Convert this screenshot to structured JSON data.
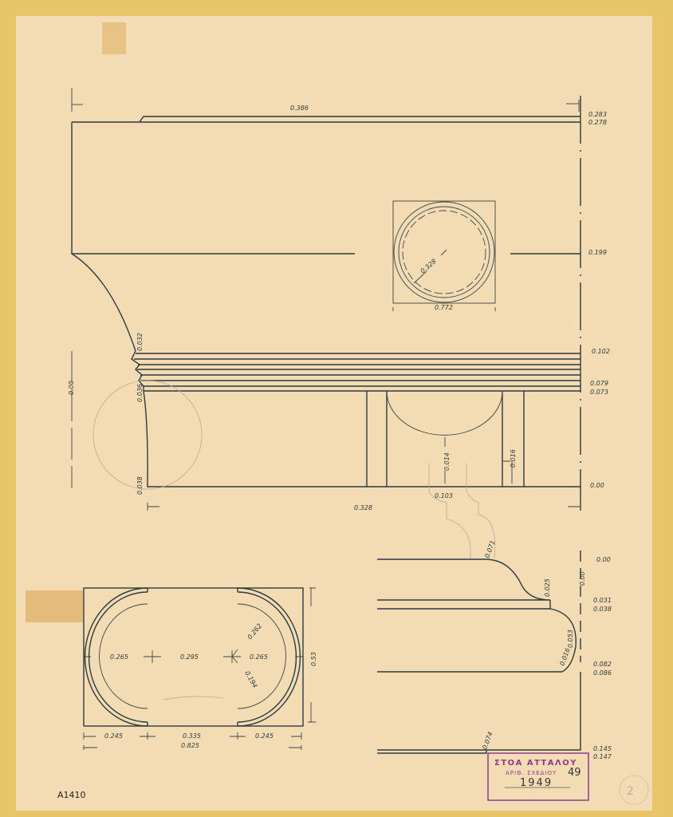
{
  "drawing": {
    "sheet_number": "A1410",
    "corner_mark": "2",
    "stamp": {
      "title": "ΣΤΟΑ ΑΤΤΑΛΟΥ",
      "drawing_no_label": "ΑΡΙΘ. ΣΧΕΔΙΟΥ",
      "drawing_no": "49",
      "year": "1949",
      "color": "#8a3d8f"
    },
    "elevation": {
      "top_width": "0.386",
      "left_height": "0.00",
      "levels": [
        "0.283",
        "0.278",
        "0.199",
        "0.102",
        "0.079",
        "0.073",
        "0.00"
      ],
      "left_marks": [
        "0.032",
        "0.036",
        "0.038"
      ],
      "base_width": "0.328",
      "flute_width": "0.103",
      "flute_depth": "0.014",
      "fillet": "0.016"
    },
    "capital_section": {
      "radius": "0.328",
      "width": "0.772"
    },
    "base_profile": {
      "levels": [
        "0.00",
        "0.031",
        "0.038",
        "0.082",
        "0.086",
        "0.145",
        "0.147"
      ],
      "height": "0.00",
      "marks": [
        "0.071",
        "0.025",
        "0.016",
        "0.053",
        "0.074"
      ]
    },
    "plan": {
      "dims": [
        "0.265",
        "0.295",
        "0.265"
      ],
      "radius_outer": "0.262",
      "radius_inner": "0.194",
      "depth": "0.53",
      "bottom_dims": [
        "0.245",
        "0.335",
        "0.245"
      ],
      "total_width": "0.825"
    },
    "colors": {
      "paper": "#f3dcb3",
      "edge": "#e9c56a",
      "ink": "#2e3a40"
    }
  }
}
